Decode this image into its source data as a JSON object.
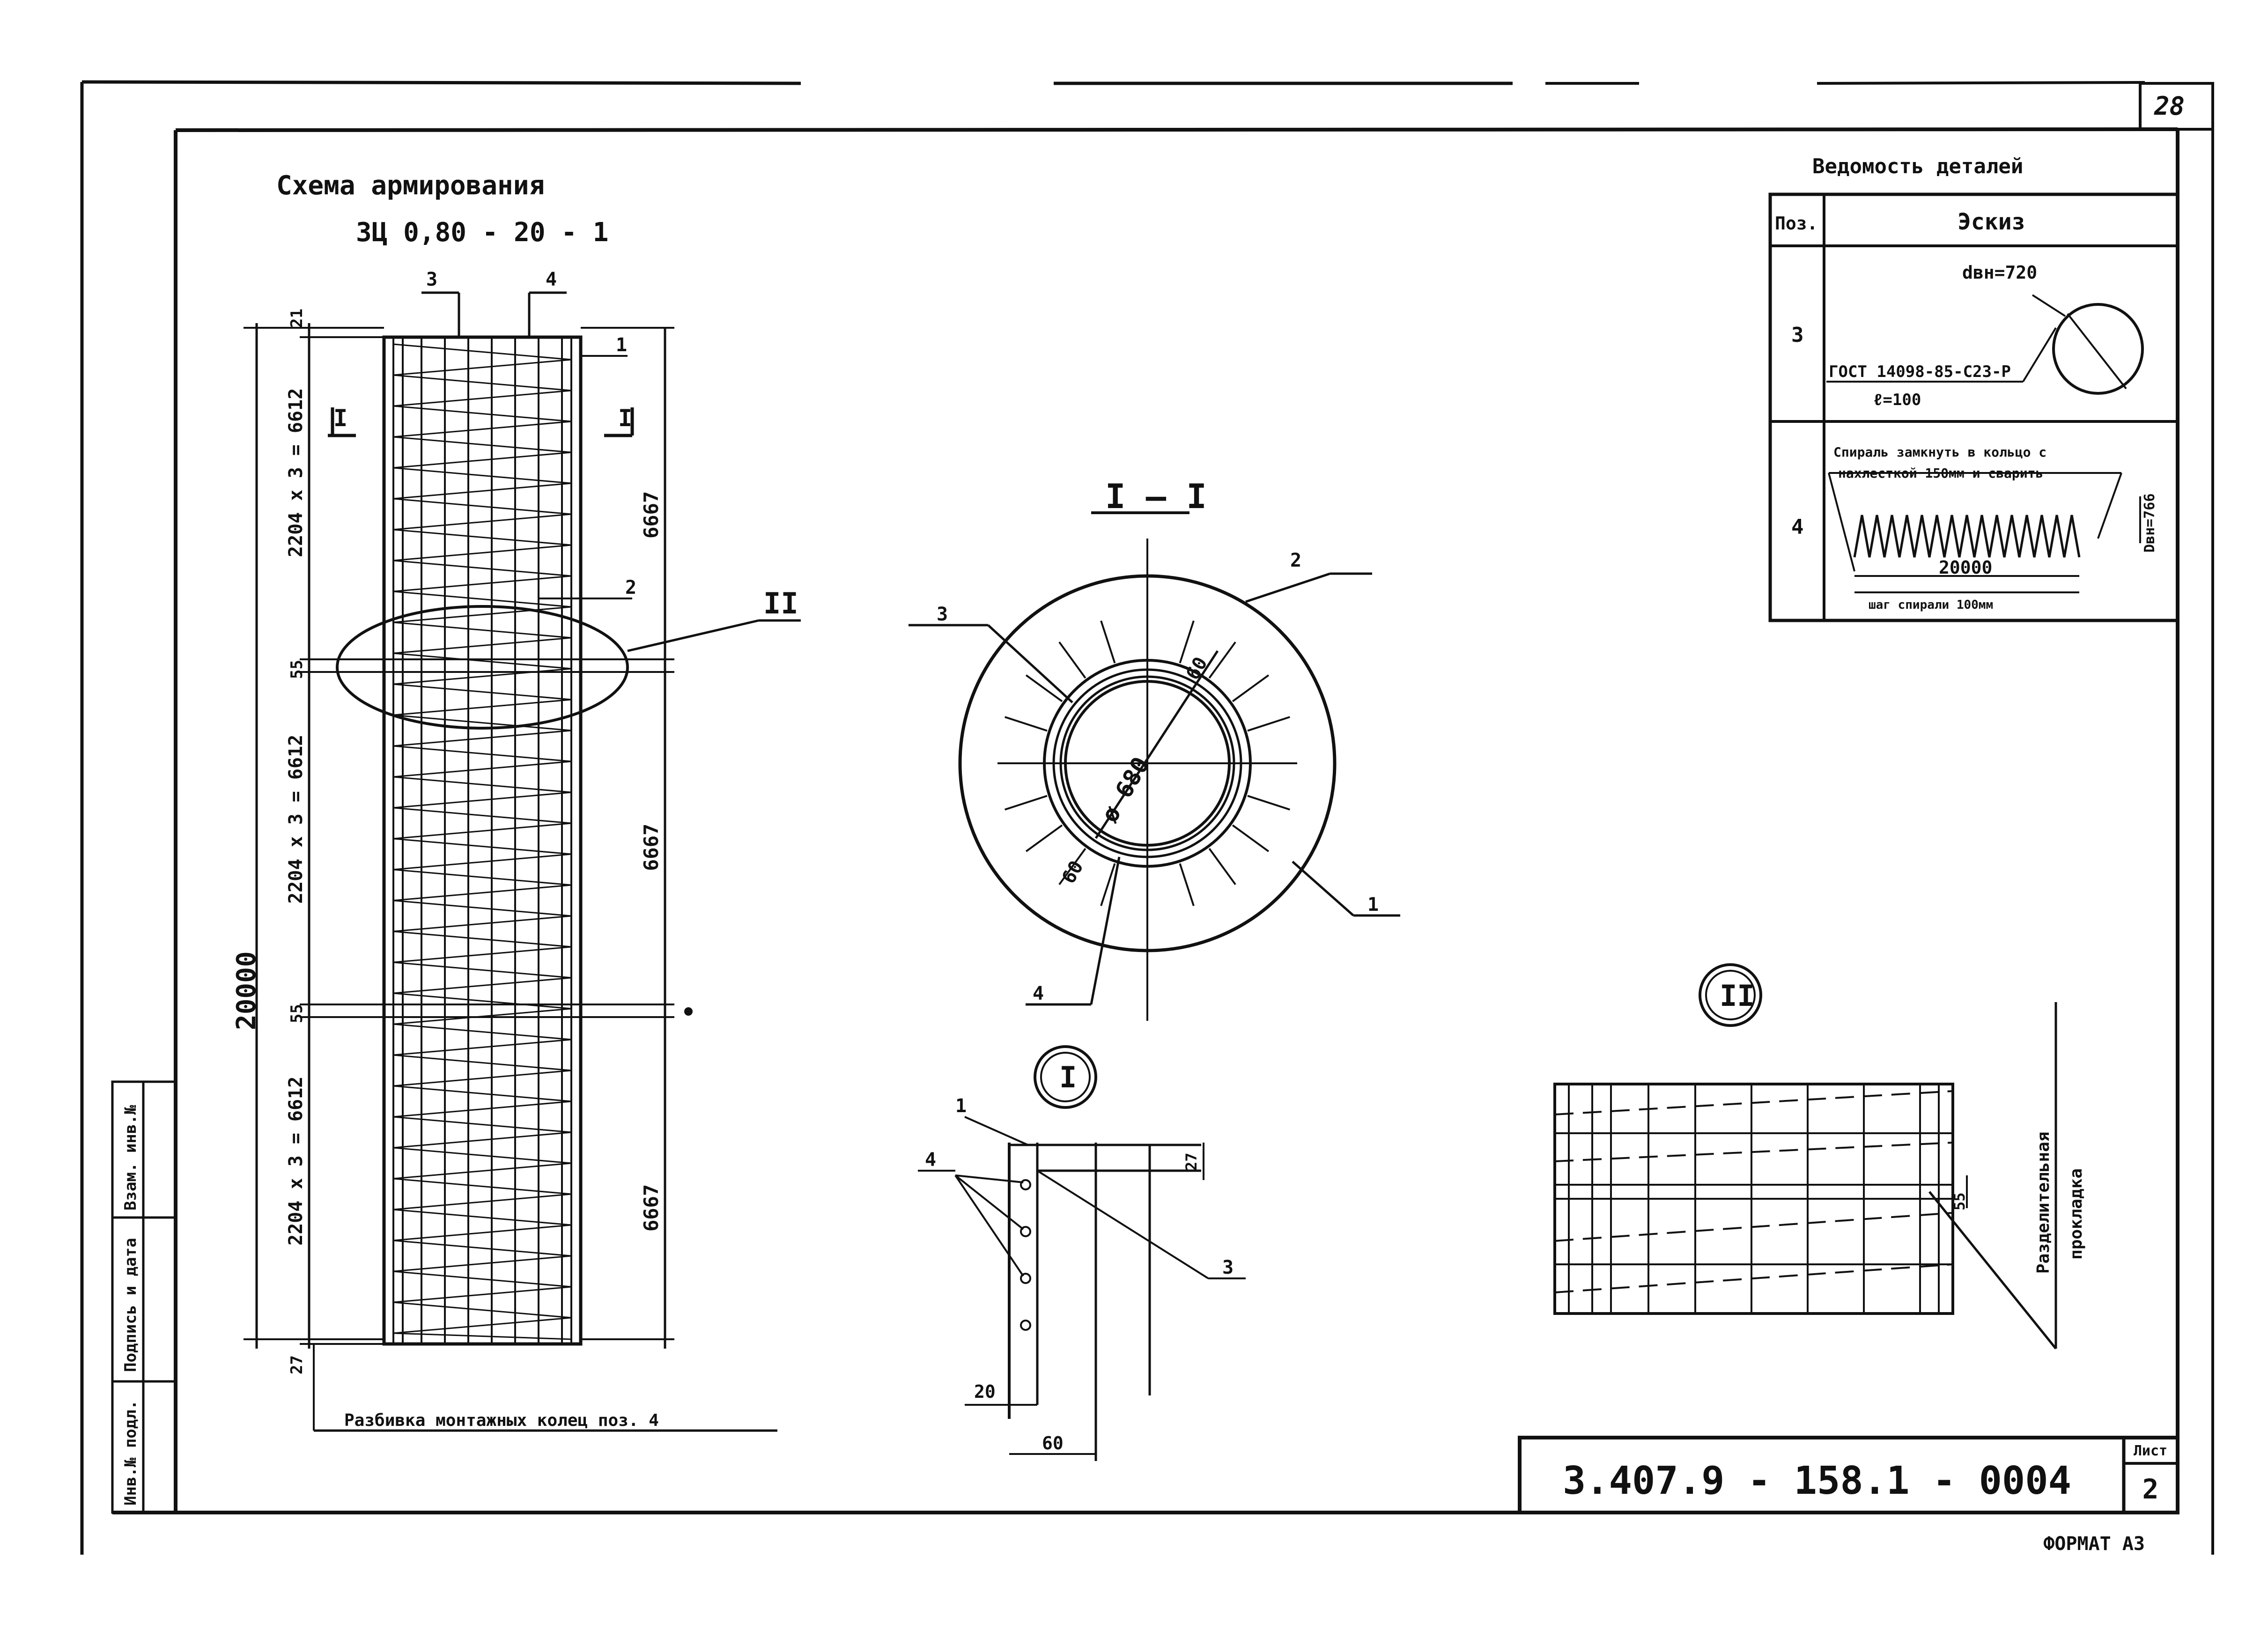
{
  "sheet_number": "28",
  "format_label": "ФОРМАТ А3",
  "stamp": {
    "designation": "3.407.9 - 158.1 - 0004",
    "sheet_label": "Лист",
    "sheet_value": "2"
  },
  "side_stamp": {
    "inv_podl": "Инв.№ подл.",
    "sign_date": "Подпись и дата",
    "vzam": "Взам. инв.№"
  },
  "scheme": {
    "title_line1": "Схема армирования",
    "title_line2": "ЗЦ 0,80 - 20 - 1",
    "total_length": "20000",
    "dim_top": "21",
    "dim_bottom": "27",
    "dim_gap1": "55",
    "dim_gap2": "55",
    "pitch_label": "2204 x 3 = 6612",
    "segment_label": "6667",
    "callout_3": "3",
    "callout_4": "4",
    "callout_1": "1",
    "callout_2": "2",
    "section_mark_left": "I",
    "section_mark_right": "I",
    "detail_callout": "II",
    "bottom_note": "Разбивка монтажных колец поз. 4"
  },
  "section": {
    "title": "I — I",
    "diameter": "ø 680",
    "dim_60_top": "60",
    "dim_60_bottom": "60",
    "callout_1": "1",
    "callout_2": "2",
    "callout_3": "3",
    "callout_4": "4"
  },
  "detail_I": {
    "mark": "I",
    "callout_1": "1",
    "callout_4": "4",
    "callout_3": "3",
    "dim_27": "27",
    "dim_20": "20",
    "dim_60": "60"
  },
  "detail_II": {
    "mark": "II",
    "dim_55": "55",
    "label_line1": "Разделительная",
    "label_line2": "прокладка"
  },
  "details_table": {
    "title": "Ведомость деталей",
    "col_pos": "Поз.",
    "col_sketch": "Эскиз",
    "rows": [
      {
        "pos": "3",
        "d_label": "dвн=720",
        "gost": "ГОСТ 14098-85-С23-Р",
        "l_label": "ℓ=100"
      },
      {
        "pos": "4",
        "note_line1": "Спираль замкнуть в кольцо с",
        "note_line2": "нахлесткой 150мм и сварить",
        "length": "20000",
        "pitch_note": "шаг спирали 100мм",
        "dvn": "Dвн=766"
      }
    ]
  }
}
